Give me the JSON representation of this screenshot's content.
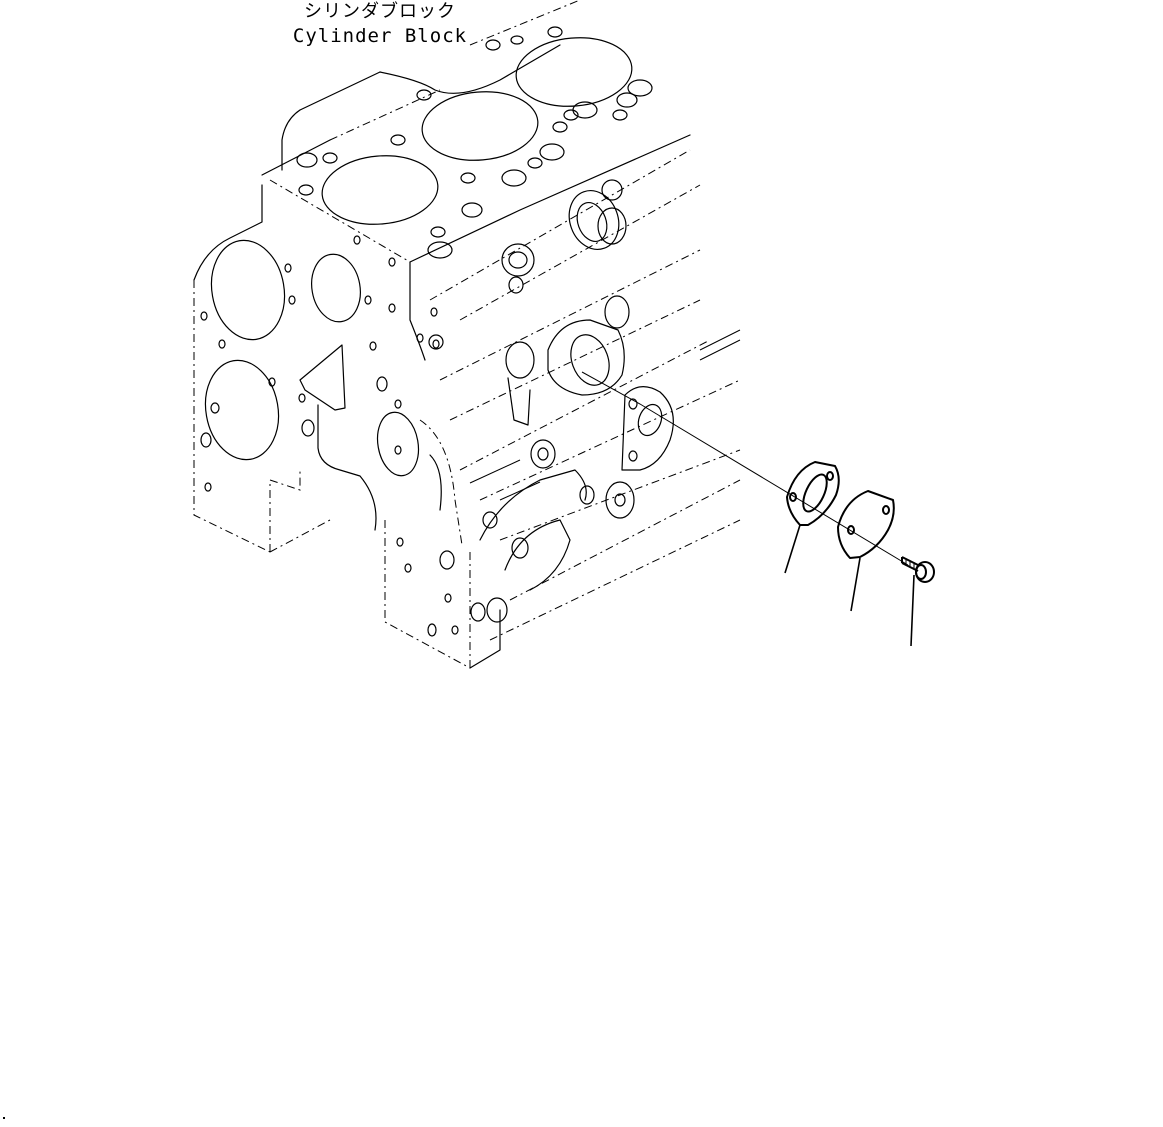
{
  "diagram": {
    "type": "exploded-parts-view",
    "assembly_label": {
      "japanese": "シリンダブロック",
      "english": "Cylinder Block"
    },
    "parts": [
      {
        "id": "gasket",
        "description": "gasket with oval opening and two bolt holes",
        "leader_end": [
          785,
          572
        ]
      },
      {
        "id": "cover-plate",
        "description": "blank cover plate with two bolt holes",
        "leader_end": [
          851,
          610
        ]
      },
      {
        "id": "bolt",
        "description": "flanged hex bolt",
        "leader_end": [
          911,
          645
        ]
      }
    ],
    "colors": {
      "line": "#000000",
      "background": "#ffffff"
    }
  }
}
